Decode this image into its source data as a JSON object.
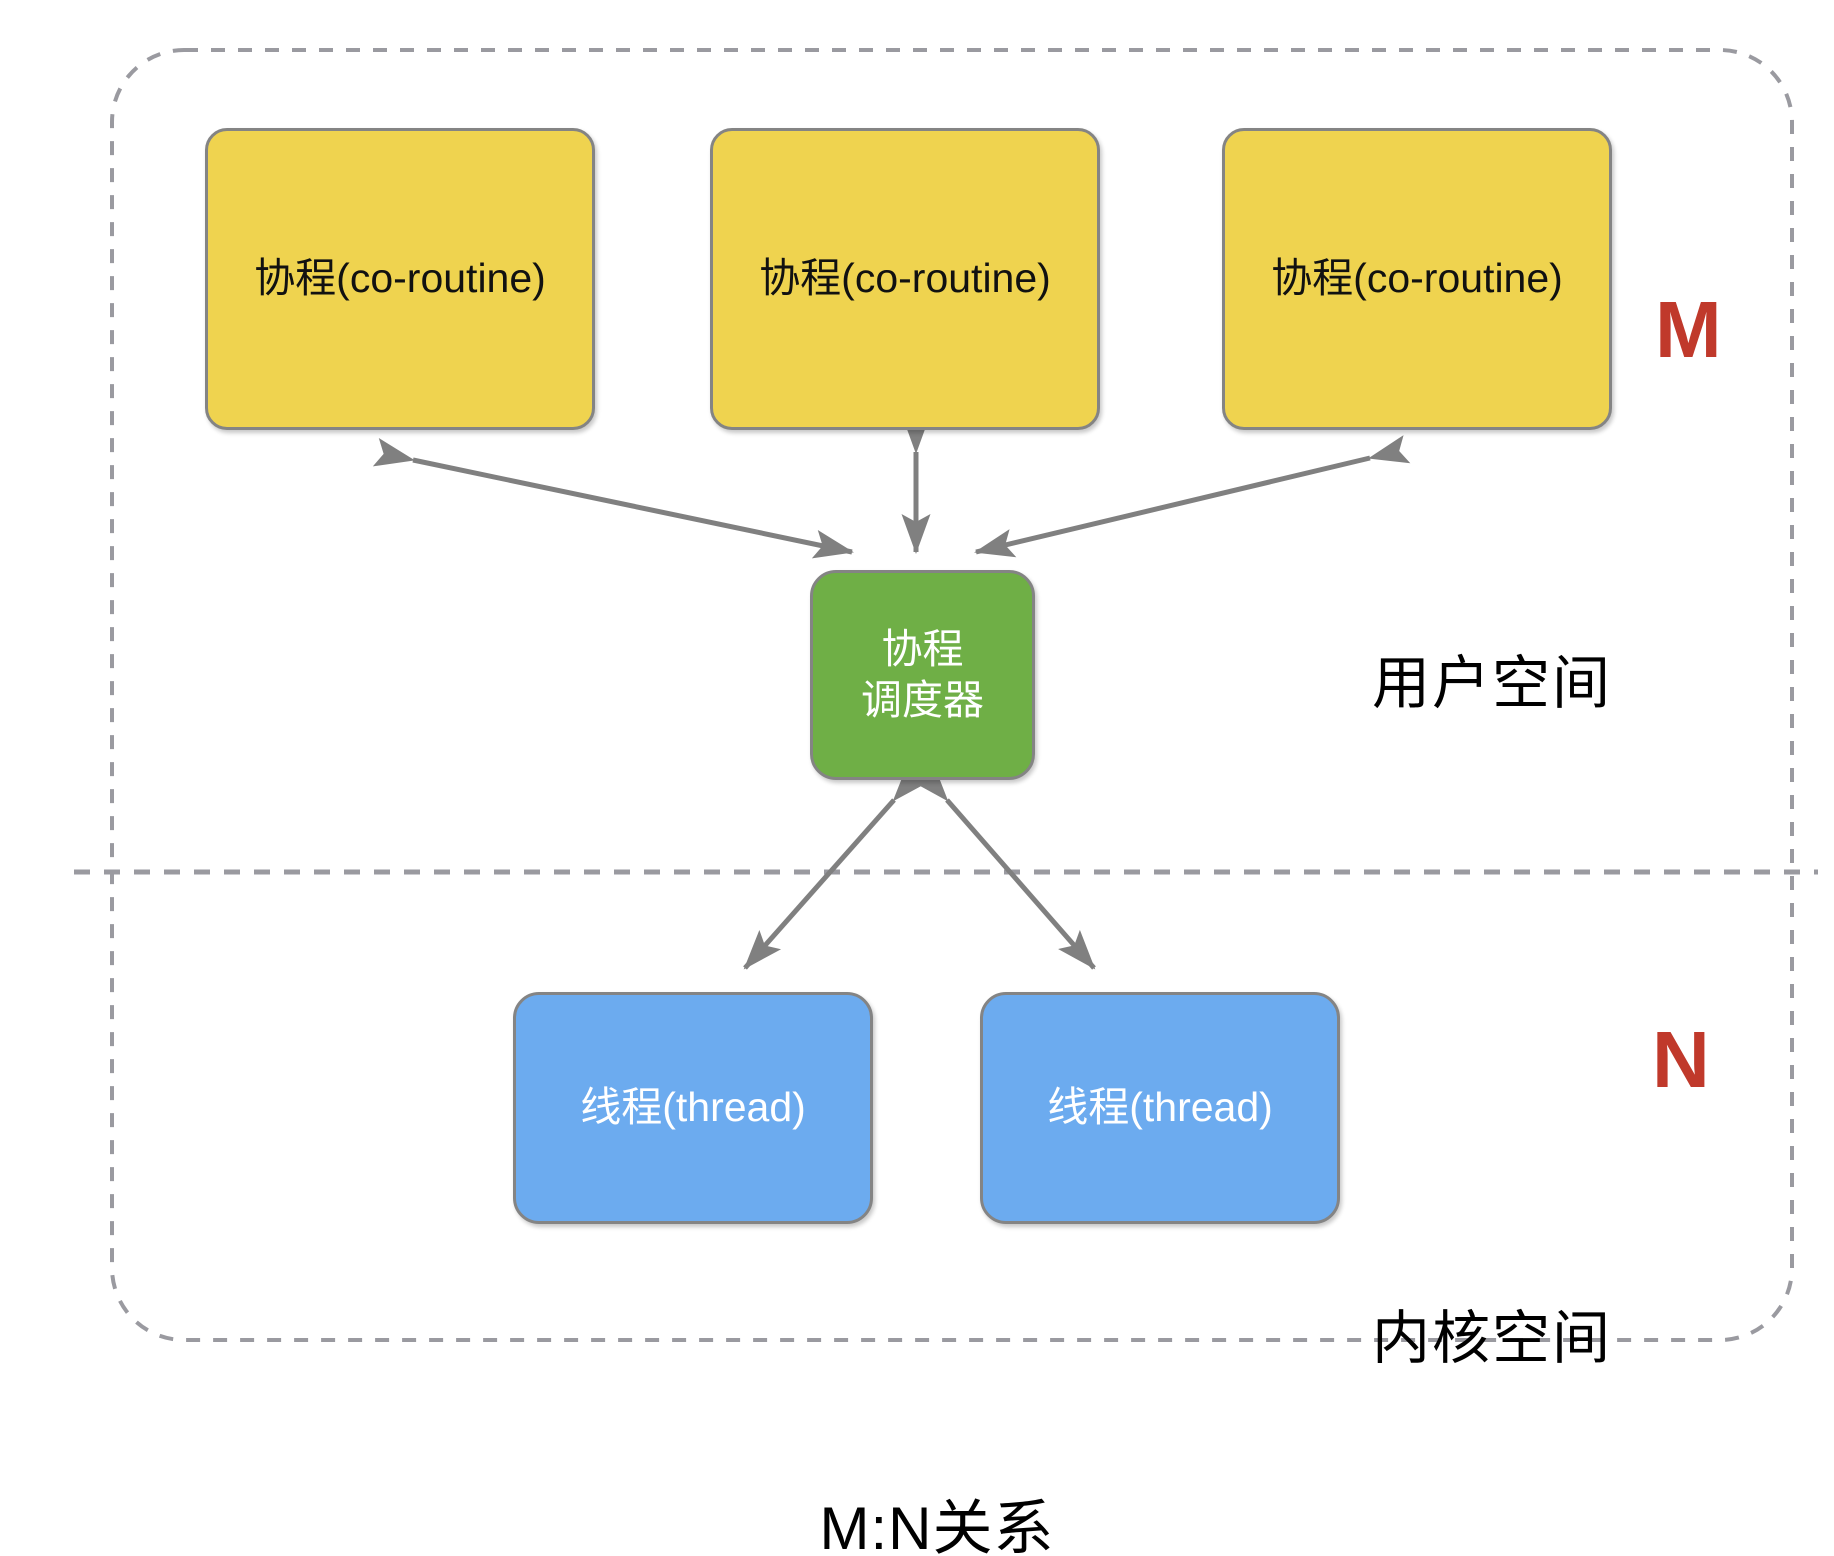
{
  "diagram": {
    "caption": "M:N关系",
    "regions": [
      {
        "name": "user-space",
        "label": "用户空间"
      },
      {
        "name": "kernel-space",
        "label": "内核空间"
      }
    ],
    "multiplicity": {
      "user_side": "M",
      "kernel_side": "N",
      "color": "#C0392B"
    },
    "coroutines": {
      "count": 3,
      "label": "协程(co-routine)",
      "fill": "#EFD34F",
      "border": "#848484",
      "text_color": "#111111",
      "items": [
        {
          "label": "协程(co-routine)"
        },
        {
          "label": "协程(co-routine)"
        },
        {
          "label": "协程(co-routine)"
        }
      ]
    },
    "scheduler": {
      "line1": "协程",
      "line2": "调度器",
      "fill": "#6FAF46",
      "border": "#848484",
      "text_color": "#FFFFFF"
    },
    "threads": {
      "count": 2,
      "label": "线程(thread)",
      "fill": "#6CABEF",
      "border": "#848484",
      "text_color": "#FFFFFF",
      "items": [
        {
          "label": "线程(thread)"
        },
        {
          "label": "线程(thread)"
        }
      ]
    },
    "connectors": {
      "style": "double-headed-arrow",
      "color": "#808080",
      "count": 5
    },
    "container": {
      "style": "dashed-rounded-rectangle",
      "color": "#9A9AA0"
    },
    "divider": {
      "style": "dashed-horizontal-line",
      "color": "#9A9AA0"
    }
  }
}
